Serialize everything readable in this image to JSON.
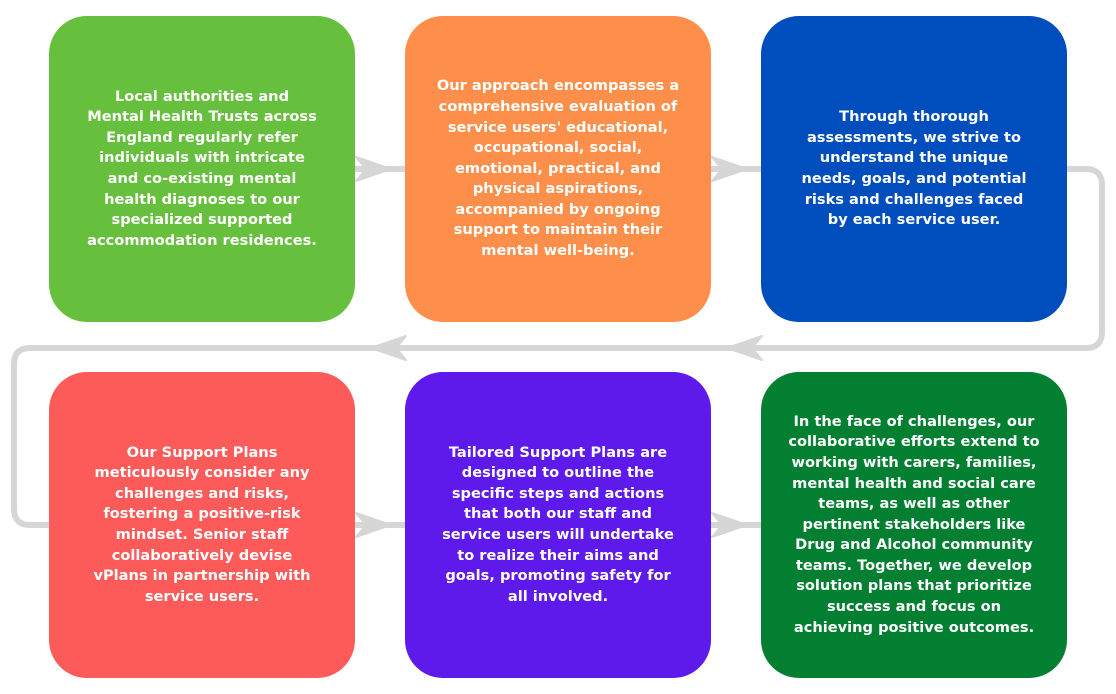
{
  "colors": {
    "connector": "#d6d6d6",
    "text": "#ffffff"
  },
  "steps": [
    {
      "id": 1,
      "color": "#66bf3d",
      "text": "Local authorities and Mental Health Trusts across England regularly refer individuals with intricate and co-existing mental health diagnoses to our specialized supported accommodation residences."
    },
    {
      "id": 2,
      "color": "#fd8f4b",
      "text": "Our approach encompasses a comprehensive evaluation of service users' educational, occupational, social, emotional, practical, and physical aspirations, accompanied by ongoing support to maintain their mental well-being."
    },
    {
      "id": 3,
      "color": "#004dbd",
      "text": "Through thorough assessments, we strive to understand the unique needs, goals, and potential risks and challenges faced by each service user."
    },
    {
      "id": 4,
      "color": "#fd5a5a",
      "text": "Our Support Plans meticulously consider any challenges and risks, fostering a positive-risk mindset. Senior staff collaboratively devise vPlans in partnership with service users."
    },
    {
      "id": 5,
      "color": "#5e1aea",
      "text": "Tailored Support Plans are designed to outline the specific steps and actions that both our staff and service users will undertake to realize their aims and goals, promoting safety for all involved."
    },
    {
      "id": 6,
      "color": "#037f32",
      "text": "In the face of challenges, our collaborative efforts extend to working with carers, families, mental health and social care teams, as well as other pertinent stakeholders like Drug and Alcohol community teams. Together, we develop solution plans that prioritize success and focus on achieving positive outcomes."
    }
  ]
}
